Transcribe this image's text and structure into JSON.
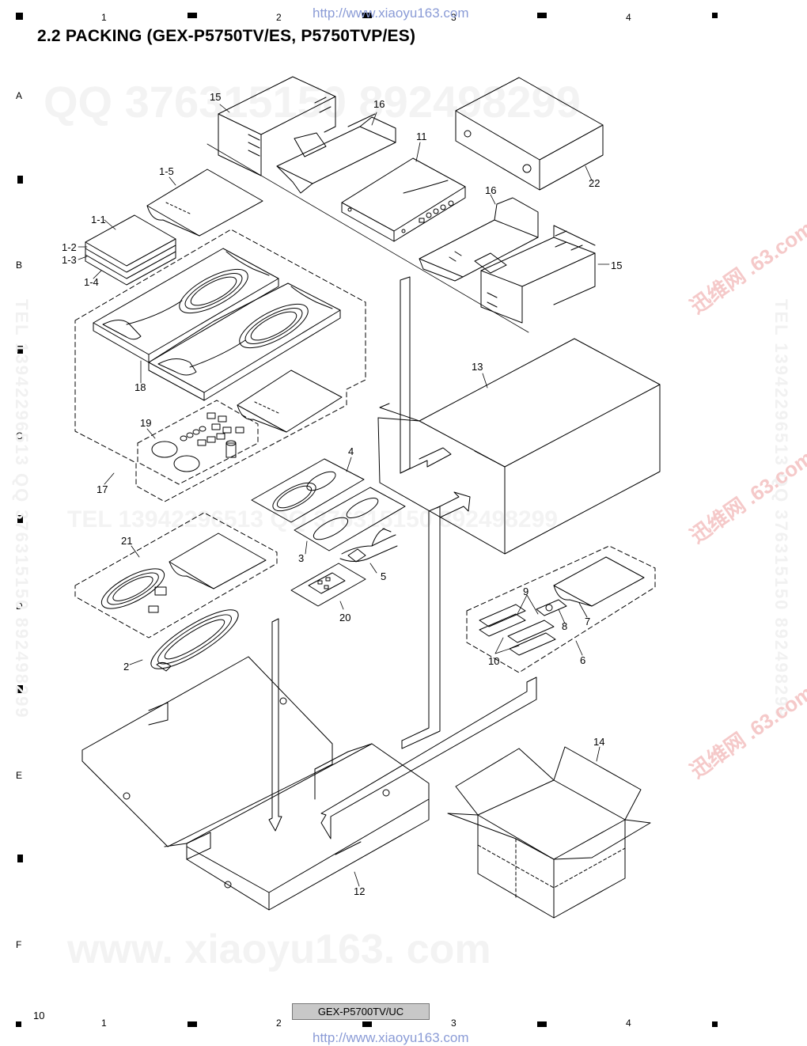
{
  "header": {
    "title": "2.2  PACKING (GEX-P5750TV/ES, P5750TVP/ES)",
    "watermark_url_top": "http://www.xiaoyu163.com",
    "watermark_url_bottom": "http://www.xiaoyu163.com"
  },
  "ruler": {
    "columns": [
      "1",
      "2",
      "3",
      "4"
    ],
    "rows": [
      "A",
      "B",
      "C",
      "D",
      "E",
      "F"
    ]
  },
  "watermarks": {
    "qq_line": "QQ 376315150   892498299",
    "tel_line": "TEL  13942296513   QQ  376315150  892498299",
    "www_line": "www. xiaoyu163. com",
    "vertical_left": "TEL 13942296513  QQ 376315150  892498299",
    "vertical_right": "TEL 13942296513  QQ 376315150  892498299",
    "red_mark": "迅维网 .63.com"
  },
  "callouts": {
    "c15a": "15",
    "c16a": "16",
    "c11": "11",
    "c22": "22",
    "c1_5": "1-5",
    "c1_1": "1-1",
    "c1_2": "1-2",
    "c1_3": "1-3",
    "c1_4": "1-4",
    "c16b": "16",
    "c15b": "15",
    "c18": "18",
    "c13": "13",
    "c19": "19",
    "c17": "17",
    "c4": "4",
    "c3": "3",
    "c5": "5",
    "c21": "21",
    "c20": "20",
    "c9": "9",
    "c8": "8",
    "c7": "7",
    "c10": "10",
    "c6": "6",
    "c2": "2",
    "c14": "14",
    "c12": "12"
  },
  "footer": {
    "page_number": "10",
    "model": "GEX-P5700TV/UC"
  }
}
